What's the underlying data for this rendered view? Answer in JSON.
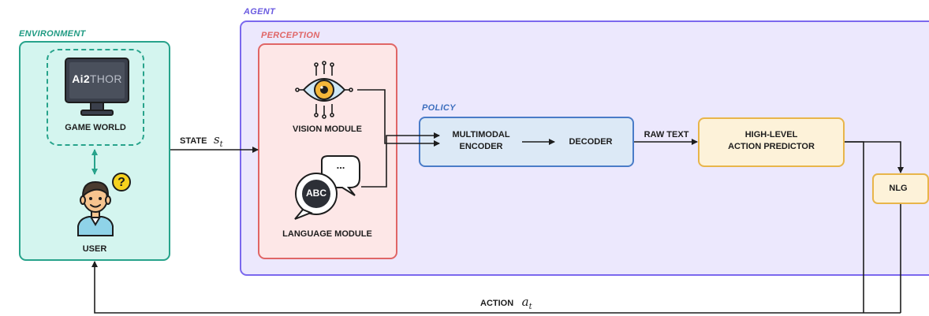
{
  "environment": {
    "label": "ENVIRONMENT",
    "game_world": {
      "logo_a": "Ai2",
      "logo_b": "THOR",
      "label": "GAME WORLD"
    },
    "user": {
      "label": "USER",
      "bubble": "?"
    }
  },
  "state": {
    "label": "STATE",
    "symbol": "s",
    "subscript": "t"
  },
  "agent": {
    "label": "AGENT",
    "perception": {
      "label": "PERCEPTION",
      "vision": "VISION MODULE",
      "language": "LANGUAGE MODULE",
      "bubble_text": "ABC",
      "bubble_dots": "..."
    },
    "policy": {
      "label": "POLICY",
      "encoder_line1": "MULTIMODAL",
      "encoder_line2": "ENCODER",
      "decoder": "DECODER"
    },
    "raw_text": "RAW TEXT",
    "predictor_line1": "HIGH-LEVEL",
    "predictor_line2": "ACTION PREDICTOR",
    "nlg": "NLG"
  },
  "action": {
    "label": "ACTION",
    "symbol": "a",
    "subscript": "t"
  },
  "colors": {
    "environment": "#27a38b",
    "environment_fill": "#d4f5ef",
    "agent": "#7b68ee",
    "agent_fill": "#ece8fd",
    "perception": "#e06666",
    "perception_fill": "#fde7e7",
    "policy": "#4a7cc8",
    "policy_fill": "#dce9f6",
    "predictor": "#e8b54a",
    "predictor_fill": "#fdf2d9"
  }
}
